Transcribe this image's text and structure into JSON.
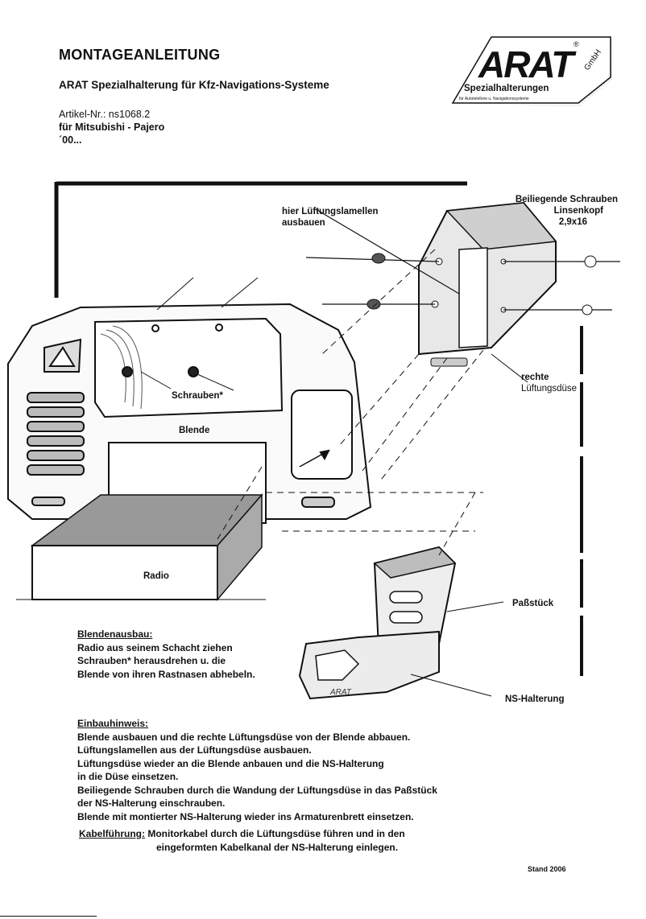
{
  "header": {
    "title": "MONTAGEANLEITUNG",
    "subtitle": "ARAT Spezialhalterung für Kfz-Navigations-Systeme",
    "article_label": "Artikel-Nr.: ns1068.2",
    "vehicle": "für Mitsubishi - Pajero",
    "year": "´00..."
  },
  "logo": {
    "brand": "ARAT",
    "registered": "®",
    "gmbh": "GmbH",
    "line1": "Spezialhalterungen",
    "line2": "für Autotelefone u. Navigationssysteme"
  },
  "diagram_labels": {
    "vent_slats": [
      "hier Lüftungslamellen",
      "ausbauen"
    ],
    "screws": [
      "Beiliegende Schrauben",
      "Linsenkopf",
      "2,9x16"
    ],
    "screws_star": "Schrauben*",
    "blende": "Blende",
    "right_vent": [
      "rechte",
      "Lüftungsdüse"
    ],
    "radio": "Radio",
    "fitting": "Paßstück",
    "ns_holder": "NS-Halterung",
    "holder_emboss": "ARAT"
  },
  "removal": {
    "heading": "Blendenausbau:",
    "lines": [
      "Radio aus seinem Schacht ziehen",
      "Schrauben* herausdrehen u. die",
      "Blende von ihren Rastnasen abhebeln."
    ]
  },
  "install": {
    "heading": "Einbauhinweis:",
    "lines": [
      "Blende ausbauen und die rechte Lüftungsdüse von der Blende abbauen.",
      "Lüftungslamellen aus der Lüftungsdüse ausbauen.",
      "Lüftungsdüse wieder an die Blende anbauen und die NS-Halterung",
      "in die Düse einsetzen.",
      "Beiliegende Schrauben durch die Wandung der Lüftungsdüse in das Paßstück",
      "der NS-Halterung einschrauben.",
      "Blende mit montierter NS-Halterung wieder ins Armaturenbrett einsetzen."
    ]
  },
  "cable": {
    "heading": "Kabelführung:",
    "line1": "Monitorkabel durch die Lüftungsdüse führen und in den",
    "line2": "eingeformten Kabelkanal der NS-Halterung einlegen."
  },
  "footer": {
    "stand": "Stand 2006"
  }
}
